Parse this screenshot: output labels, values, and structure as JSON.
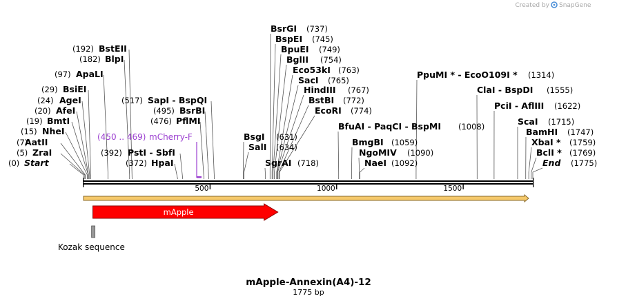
{
  "header": {
    "created_by": "Created by",
    "brand": "SnapGene"
  },
  "sequence": {
    "length": 1775
  },
  "title": {
    "name": "mApple-Annexin(A4)-12",
    "length_label": "1775 bp"
  },
  "axis": {
    "ticks": [
      500,
      1000,
      1500
    ]
  },
  "sites": [
    {
      "name": "Start",
      "pos": "(0)",
      "bp": 0,
      "italic": true
    },
    {
      "name": "ZraI",
      "pos": "(5)",
      "bp": 5
    },
    {
      "name": "AatII",
      "pos": "(7)",
      "bp": 7
    },
    {
      "name": "NheI",
      "pos": "(15)",
      "bp": 15
    },
    {
      "name": "BmtI",
      "pos": "(19)",
      "bp": 19
    },
    {
      "name": "AfeI",
      "pos": "(20)",
      "bp": 20
    },
    {
      "name": "AgeI",
      "pos": "(24)",
      "bp": 24
    },
    {
      "name": "BsiEI",
      "pos": "(29)",
      "bp": 29
    },
    {
      "name": "ApaLI",
      "pos": "(97)",
      "bp": 97
    },
    {
      "name": "BlpI",
      "pos": "(182)",
      "bp": 182
    },
    {
      "name": "BstEII",
      "pos": "(192)",
      "bp": 192
    },
    {
      "name": "HpaI",
      "pos": "(372)",
      "bp": 372
    },
    {
      "name": "PstI - SbfI",
      "pos": "(392)",
      "bp": 392
    },
    {
      "name": "PflMI",
      "pos": "(476)",
      "bp": 476
    },
    {
      "name": "BsrBI",
      "pos": "(495)",
      "bp": 495
    },
    {
      "name": "SapI - BspQI",
      "pos": "(517)",
      "bp": 517
    },
    {
      "name": "BsgI",
      "pos": "(631)",
      "bp": 631
    },
    {
      "name": "SalI",
      "pos": "(634)",
      "bp": 634
    },
    {
      "name": "SgrAI",
      "pos": "(718)",
      "bp": 718
    },
    {
      "name": "BsrGI",
      "pos": "(737)",
      "bp": 737
    },
    {
      "name": "BspEI",
      "pos": "(745)",
      "bp": 745
    },
    {
      "name": "BpuEI",
      "pos": "(749)",
      "bp": 749
    },
    {
      "name": "BglII",
      "pos": "(754)",
      "bp": 754
    },
    {
      "name": "Eco53kI",
      "pos": "(763)",
      "bp": 763
    },
    {
      "name": "SacI",
      "pos": "(765)",
      "bp": 765
    },
    {
      "name": "HindIII",
      "pos": "(767)",
      "bp": 767
    },
    {
      "name": "BstBI",
      "pos": "(772)",
      "bp": 772
    },
    {
      "name": "EcoRI",
      "pos": "(774)",
      "bp": 774
    },
    {
      "name": "BfuAI - PaqCI - BspMI",
      "pos": "(1008)",
      "bp": 1008
    },
    {
      "name": "BmgBI",
      "pos": "(1059)",
      "bp": 1059
    },
    {
      "name": "NgoMIV",
      "pos": "(1090)",
      "bp": 1090
    },
    {
      "name": "NaeI",
      "pos": "(1092)",
      "bp": 1092
    },
    {
      "name": "PpuMI * - EcoO109I *",
      "pos": "(1314)",
      "bp": 1314
    },
    {
      "name": "ClaI - BspDI",
      "pos": "(1555)",
      "bp": 1555
    },
    {
      "name": "PciI - AflIII",
      "pos": "(1622)",
      "bp": 1622
    },
    {
      "name": "ScaI",
      "pos": "(1715)",
      "bp": 1715
    },
    {
      "name": "BamHI",
      "pos": "(1747)",
      "bp": 1747
    },
    {
      "name": "XbaI *",
      "pos": "(1759)",
      "bp": 1759
    },
    {
      "name": "BclI *",
      "pos": "(1769)",
      "bp": 1769
    },
    {
      "name": "End",
      "pos": "(1775)",
      "bp": 1775,
      "italic": true
    }
  ],
  "primer": {
    "range": "(450 .. 469)",
    "name": "mCherry-F",
    "start": 450,
    "end": 469
  },
  "features": [
    {
      "name": "mApple",
      "start": 37,
      "end": 768,
      "color": "#ff0000"
    },
    {
      "name": "Kozak sequence",
      "start": 29,
      "end": 37,
      "color": "#999999"
    }
  ],
  "orf": {
    "color": "#f5c96b",
    "edge": "#8a6a2a"
  },
  "colors": {
    "primer": "#9b3fd0",
    "backbone": "#000000"
  }
}
